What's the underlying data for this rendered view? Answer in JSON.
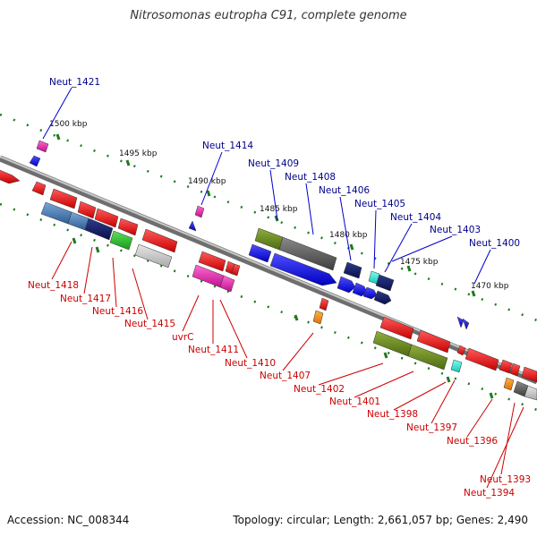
{
  "title": "Nitrosomonas eutropha C91, complete genome",
  "footer": {
    "accession": "Accession: NC_008344",
    "topology": "Topology: circular; Length: 2,661,057 bp; Genes: 2,490"
  },
  "ticks": [
    {
      "label": "1500 kbp",
      "pos": 1500
    },
    {
      "label": "1495 kbp",
      "pos": 1495
    },
    {
      "label": "1490 kbp",
      "pos": 1490
    },
    {
      "label": "1485 kbp",
      "pos": 1485
    },
    {
      "label": "1480 kbp",
      "pos": 1480
    },
    {
      "label": "1475 kbp",
      "pos": 1475
    },
    {
      "label": "1470 kbp",
      "pos": 1470
    }
  ],
  "labels_top": [
    "Neut_1421",
    "Neut_1414",
    "Neut_1409",
    "Neut_1408",
    "Neut_1406",
    "Neut_1405",
    "Neut_1404",
    "Neut_1403",
    "Neut_1400"
  ],
  "labels_bottom": [
    "Neut_1418",
    "Neut_1417",
    "Neut_1416",
    "Neut_1415",
    "uvrC",
    "Neut_1411",
    "Neut_1410",
    "Neut_1407",
    "Neut_1402",
    "Neut_1401",
    "Neut_1398",
    "Neut_1397",
    "Neut_1396",
    "Neut_1393",
    "Neut_1394"
  ],
  "colors": {
    "forward_label": "#00008b",
    "reverse_label": "#cc0000",
    "backbone": "#8c8c8c",
    "tick_green": "#1e7a1e"
  }
}
